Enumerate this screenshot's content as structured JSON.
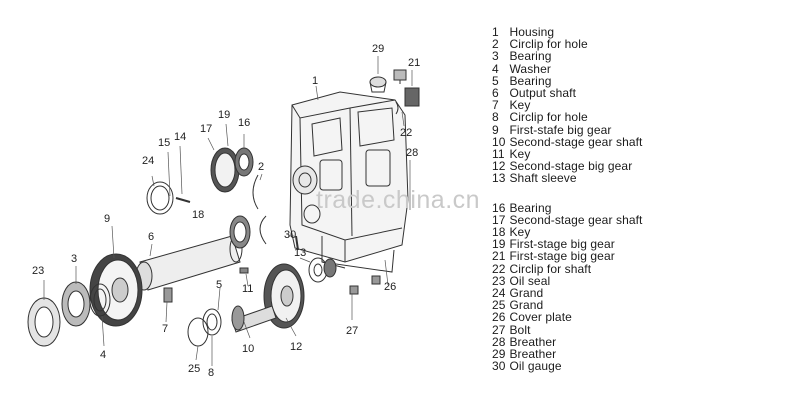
{
  "watermark": "trade.china.cn",
  "parts": [
    {
      "no": "1",
      "name": "Housing"
    },
    {
      "no": "2",
      "name": "Circlip for hole"
    },
    {
      "no": "3",
      "name": "Bearing"
    },
    {
      "no": "4",
      "name": "Washer"
    },
    {
      "no": "5",
      "name": "Bearing"
    },
    {
      "no": "6",
      "name": "Output shaft"
    },
    {
      "no": "7",
      "name": "Key"
    },
    {
      "no": "8",
      "name": "Circlip for hole"
    },
    {
      "no": "9",
      "name": "First-stafe big gear"
    },
    {
      "no": "10",
      "name": "Second-stage gear shaft"
    },
    {
      "no": "11",
      "name": "Key"
    },
    {
      "no": "12",
      "name": "Second-stage big gear"
    },
    {
      "no": "13",
      "name": "Shaft sleeve"
    },
    {
      "no": "16",
      "name": "Bearing"
    },
    {
      "no": "17",
      "name": "Second-stage gear shaft"
    },
    {
      "no": "18",
      "name": "Key"
    },
    {
      "no": "19",
      "name": "First-stage big gear"
    },
    {
      "no": "21",
      "name": "First-stage big gear"
    },
    {
      "no": "22",
      "name": "Circlip for shaft"
    },
    {
      "no": "23",
      "name": "Oil seal"
    },
    {
      "no": "24",
      "name": "Grand"
    },
    {
      "no": "25",
      "name": "Grand"
    },
    {
      "no": "26",
      "name": "Cover plate"
    },
    {
      "no": "27",
      "name": "Bolt"
    },
    {
      "no": "28",
      "name": "Breather"
    },
    {
      "no": "29",
      "name": "Breather"
    },
    {
      "no": "30",
      "name": "Oil gauge"
    }
  ],
  "callouts": {
    "c1": "1",
    "c2": "2",
    "c3": "3",
    "c4": "4",
    "c5": "5",
    "c6": "6",
    "c7": "7",
    "c8": "8",
    "c9": "9",
    "c10": "10",
    "c11": "11",
    "c12": "12",
    "c13": "13",
    "c14": "14",
    "c15": "15",
    "c16": "16",
    "c17": "17",
    "c18": "18",
    "c19": "19",
    "c21": "21",
    "c22": "22",
    "c23": "23",
    "c24": "24",
    "c25": "25",
    "c26": "26",
    "c27": "27",
    "c28": "28",
    "c29": "29",
    "c30": "30"
  }
}
